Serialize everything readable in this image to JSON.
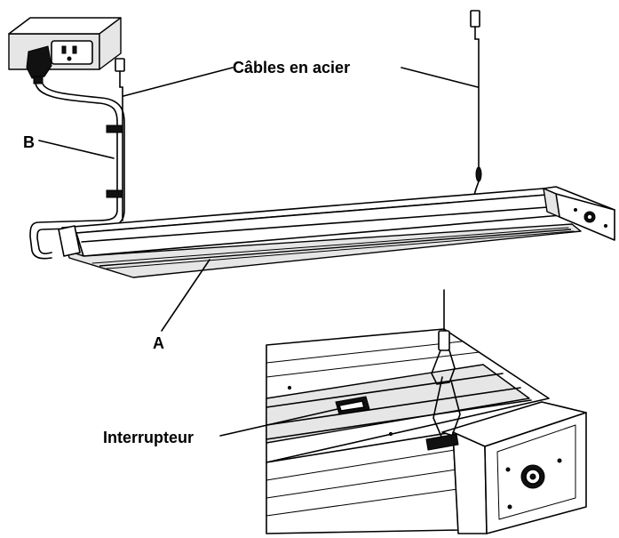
{
  "labels": {
    "steel_cables": "Câbles en acier",
    "cord_b": "B",
    "fixture_a": "A",
    "switch": "Interrupteur"
  }
}
